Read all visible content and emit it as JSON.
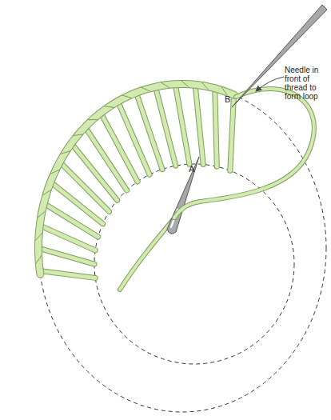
{
  "diagram": {
    "labels": [
      "A",
      "B",
      "Needle in front of thread to form loop"
    ]
  }
}
